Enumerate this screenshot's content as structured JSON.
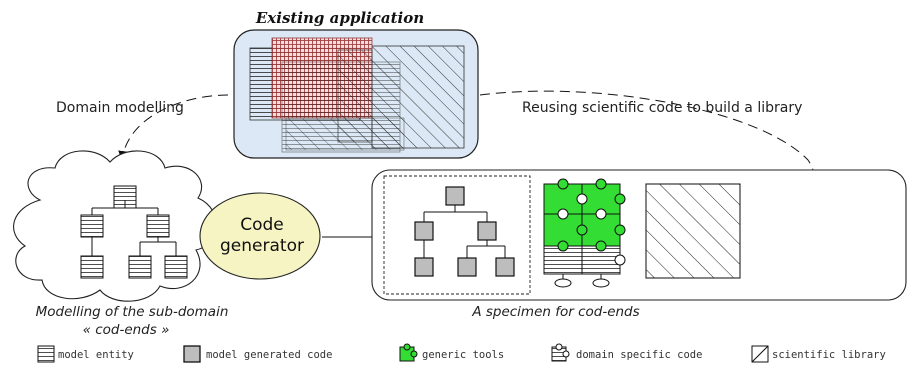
{
  "diagram": {
    "title": "Existing application",
    "arrows": {
      "domain_modelling": "Domain modelling",
      "reusing": "Reusing scientific code to build a library"
    },
    "code_generator": {
      "line1": "Code",
      "line2": "generator"
    },
    "cloud_caption": {
      "line1": "Modelling of the sub-domain",
      "line2": "« cod-ends »"
    },
    "specimen_caption": "A specimen for cod-ends"
  },
  "legend": {
    "items": [
      {
        "icon": "model-entity-icon",
        "label": "model entity"
      },
      {
        "icon": "model-generated-code-icon",
        "label": "model generated code"
      },
      {
        "icon": "generic-tools-icon",
        "label": "generic tools"
      },
      {
        "icon": "domain-specific-code-icon",
        "label": "domain specific code"
      },
      {
        "icon": "scientific-library-icon",
        "label": "scientific library"
      }
    ]
  },
  "colors": {
    "app_fill": "#dce8f5",
    "red_hatch": "#a03030",
    "generated_code": "#bdbdbd",
    "generic_tools": "#33dd33",
    "code_generator": "#f6f4c2"
  }
}
